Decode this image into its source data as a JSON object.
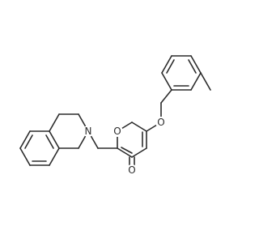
{
  "molecule": {
    "atoms": {
      "ring_oxygen": "O",
      "ether_oxygen": "O",
      "carbonyl_oxygen": "O",
      "amine_nitrogen": "N"
    },
    "colors": {
      "bond": "#2b2b2b",
      "background": "#ffffff"
    }
  }
}
